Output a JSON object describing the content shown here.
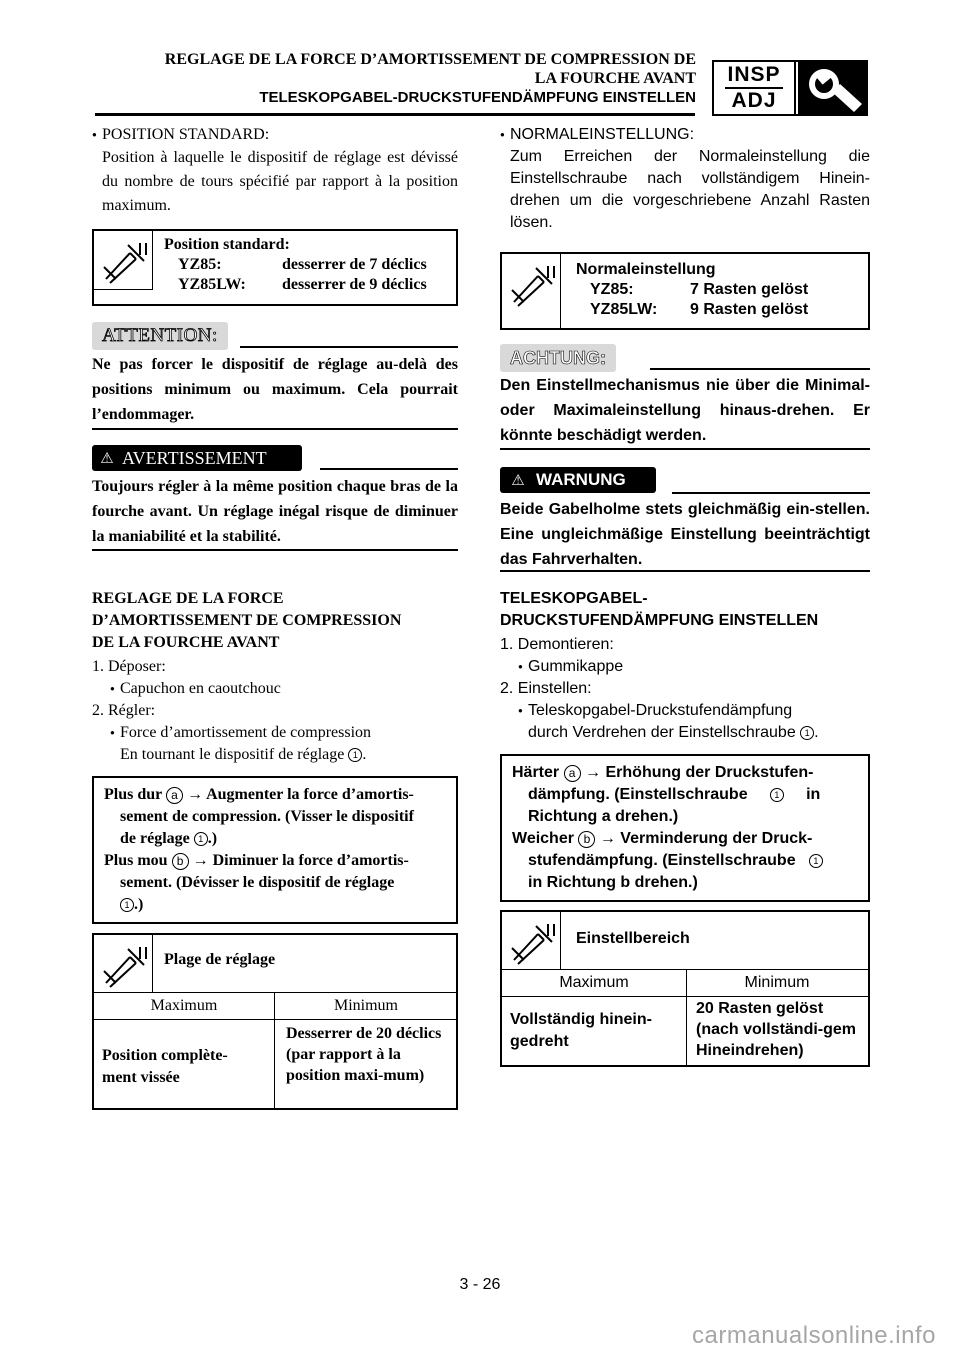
{
  "header": {
    "title_fr_line1": "REGLAGE DE LA FORCE D’AMORTISSEMENT DE COMPRESSION DE",
    "title_fr_line2": "LA FOURCHE AVANT",
    "title_de": "TELESKOPGABEL-DRUCKSTUFENDÄMPFUNG EINSTELLEN",
    "badge_top": "INSP",
    "badge_bottom": "ADJ",
    "badge_icon": "wrench-icon"
  },
  "fr": {
    "standard_bullet": "POSITION STANDARD:",
    "standard_text": "Position à laquelle le dispositif de réglage est dévissé du nombre de tours spécifié par rapport à la position maximum.",
    "spec1": {
      "title": "Position standard:",
      "rows": [
        [
          "YZ85:",
          "desserrer de 7 déclics"
        ],
        [
          "YZ85LW:",
          "desserrer de 9 déclics"
        ]
      ]
    },
    "attention_label": "ATTENTION:",
    "attention_text": "Ne pas forcer le dispositif de réglage au-delà des positions minimum ou maximum. Cela pourrait l’endommager.",
    "warning_label": "AVERTISSEMENT",
    "warning_text": "Toujours régler à la même position chaque bras de la fourche avant. Un réglage inégal risque de diminuer la maniabilité et la stabilité.",
    "section_title": [
      "REGLAGE DE LA FORCE",
      "D’AMORTISSEMENT DE COMPRESSION",
      "DE LA FOURCHE AVANT"
    ],
    "step1": "1.  Déposer:",
    "step1_item": "Capuchon en caoutchouc",
    "step2": "2.  Régler:",
    "step2_item": "Force d’amortissement de compression",
    "step2_sub": "En tournant le dispositif de réglage",
    "adjust_box": {
      "l1a": "Plus dur",
      "l1b": "→ Augmenter la force d’amortis-",
      "l2": "sement de compression. (Visser le dispositif",
      "l3": "de réglage",
      "l3b": ".)",
      "l4a": "Plus mou",
      "l4b": "→ Diminuer la force d’amortis-",
      "l5": "sement. (Dévisser le dispositif de réglage",
      "l6b": ".)"
    },
    "range": {
      "title": "Plage de réglage",
      "col_max": "Maximum",
      "col_min": "Minimum",
      "max_value": "Position complète-ment vissée",
      "min_value": "Desserrer de 20 déclics (par rapport à la position maxi-mum)"
    }
  },
  "de": {
    "standard_bullet": "NORMALEINSTELLUNG:",
    "standard_text": "Zum Erreichen der Normaleinstellung die Einstellschraube nach vollständigem Hinein-drehen um die vorgeschriebene Anzahl Rasten lösen.",
    "spec1": {
      "title": "Normaleinstellung",
      "rows": [
        [
          "YZ85:",
          "7 Rasten gelöst"
        ],
        [
          "YZ85LW:",
          "9 Rasten gelöst"
        ]
      ]
    },
    "attention_label": "ACHTUNG:",
    "attention_text": "Den Einstellmechanismus nie über die Minimal- oder Maximaleinstellung hinaus-drehen. Er könnte beschädigt werden.",
    "warning_label": "WARNUNG",
    "warning_text": "Beide Gabelholme stets gleichmäßig ein-stellen. Eine ungleichmäßige Einstellung beeinträchtigt das Fahrverhalten.",
    "section_title": [
      "TELESKOPGABEL-",
      "DRUCKSTUFENDÄMPFUNG EINSTELLEN"
    ],
    "step1": "1.  Demontieren:",
    "step1_item": "Gummikappe",
    "step2": "2.  Einstellen:",
    "step2_item": "Teleskopgabel-Druckstufendämpfung",
    "step2_sub": "durch Verdrehen der Einstellschraube",
    "adjust_box": {
      "l1a": "Härter",
      "l1b": "→ Erhöhung der Druckstufen-",
      "l2": "dämpfung. (Einstellschraube",
      "l2b": "in",
      "l3": "Richtung a drehen.)",
      "l4a": "Weicher",
      "l4b": "→ Verminderung der Druck-",
      "l5": "stufendämpfung. (Einstellschraube",
      "l6": "in Richtung b drehen.)"
    },
    "range": {
      "title": "Einstellbereich",
      "col_max": "Maximum",
      "col_min": "Minimum",
      "max_value": "Vollständig hinein-gedreht",
      "min_value": "20 Rasten gelöst (nach vollständi-gem Hineindrehen)"
    }
  },
  "markers": {
    "num1": "1",
    "a": "a",
    "b": "b"
  },
  "footer": {
    "page": "3 - 26",
    "watermark": "carmanualsonline.info"
  }
}
